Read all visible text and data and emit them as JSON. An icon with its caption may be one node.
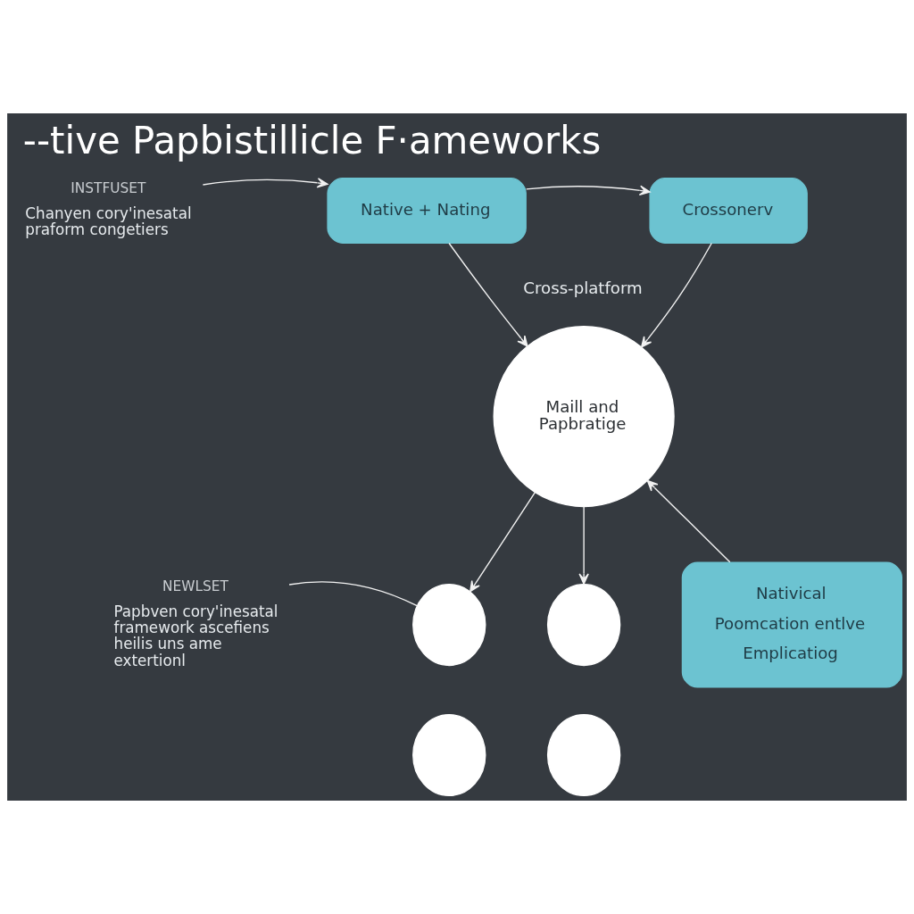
{
  "diagram": {
    "title": "--tive Papbistillicle F·ameworks",
    "nodes": [
      {
        "text": [
          "INSTFUSET",
          "Chanyen cory'inesatal praform congetiers"
        ]
      },
      {
        "text": [
          "Native + Nating"
        ]
      },
      {
        "text": [
          "Crossonerv"
        ],
        "beside": [
          "Cross-platform"
        ]
      },
      {
        "text": [
          "Maill and Papbratige"
        ]
      },
      {
        "text": [],
        "shape": "circle"
      },
      {
        "text": [],
        "shape": "circle"
      },
      {
        "text": [],
        "shape": "circle"
      },
      {
        "text": [],
        "shape": "circle"
      },
      {
        "text": [
          "Nativical",
          "Poomcation entlve",
          "Emplicatiog"
        ]
      },
      {
        "text": [
          "NEWLSET",
          "Papbven cory'inesatal framework ascefiens heilis uns ame extertionl"
        ]
      }
    ],
    "edges": [
      {
        "from": 0,
        "to": 1,
        "arrow": "to"
      },
      {
        "from": 1,
        "to": 2,
        "arrow": "to"
      },
      {
        "from": 1,
        "to": 3,
        "arrow": "to"
      },
      {
        "from": 2,
        "to": 3,
        "arrow": "to"
      },
      {
        "from": 3,
        "to": 4,
        "arrow": "to"
      },
      {
        "from": 3,
        "to": 5,
        "arrow": "to"
      },
      {
        "from": 8,
        "to": 3,
        "arrow": "to"
      },
      {
        "from": 9,
        "to": 4,
        "arrow": "none"
      }
    ]
  }
}
